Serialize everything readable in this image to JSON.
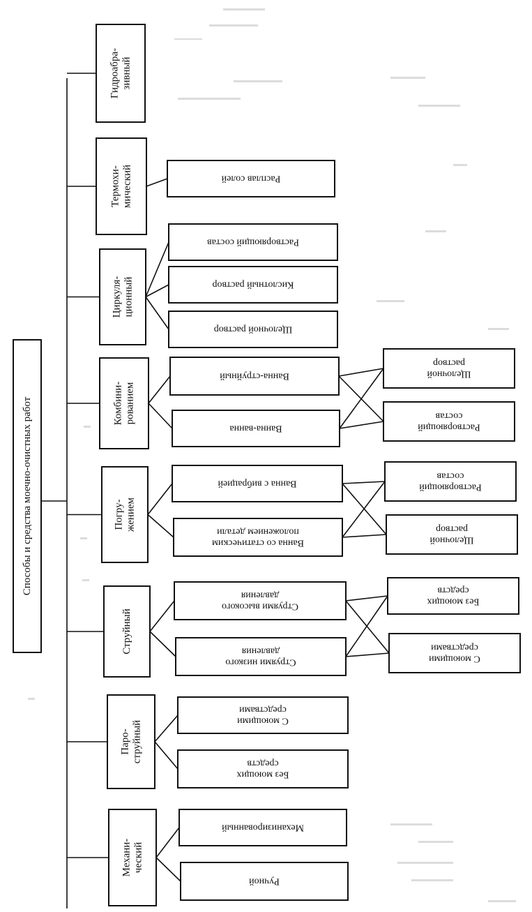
{
  "root": "Способы и средства моечно-очистных работ",
  "methods": [
    {
      "key": "hydroabrasive",
      "lines": [
        "Гидроабра-",
        "зивный"
      ],
      "children": []
    },
    {
      "key": "thermochemical",
      "lines": [
        "Термохи-",
        "мический"
      ],
      "children": [
        {
          "key": "salt-melt",
          "lines": [
            "Расплав солей"
          ]
        }
      ]
    },
    {
      "key": "circulation",
      "lines": [
        "Циркуля-",
        "ционный"
      ],
      "children": [
        {
          "key": "dissolving-composition",
          "lines": [
            "Растворяющий состав"
          ]
        },
        {
          "key": "acid-solution",
          "lines": [
            "Кислотный раствор"
          ]
        },
        {
          "key": "alkaline-solution",
          "lines": [
            "Щелочной раствор"
          ]
        }
      ]
    },
    {
      "key": "combined",
      "lines": [
        "Комбини-",
        "рованием"
      ],
      "children": [
        {
          "key": "bath-jet",
          "lines": [
            "Ванна-струйный"
          ]
        },
        {
          "key": "bath-bath",
          "lines": [
            "Ванна-ванна"
          ]
        }
      ],
      "agents": [
        {
          "key": "alkaline-solution",
          "lines": [
            "Щелочной",
            "раствор"
          ]
        },
        {
          "key": "dissolving-composition",
          "lines": [
            "Растворяющий",
            "состав"
          ]
        }
      ]
    },
    {
      "key": "immersion",
      "lines": [
        "Погру-",
        "жением"
      ],
      "children": [
        {
          "key": "bath-vibration",
          "lines": [
            "Ванна с вибрацией"
          ]
        },
        {
          "key": "bath-static",
          "lines": [
            "Ванна со статическим",
            "положением детали"
          ]
        }
      ],
      "agents": [
        {
          "key": "dissolving-composition",
          "lines": [
            "Растворяющий",
            "состав"
          ]
        },
        {
          "key": "alkaline-solution",
          "lines": [
            "Щелочной",
            "раствор"
          ]
        }
      ]
    },
    {
      "key": "jet",
      "lines": [
        "Струйный"
      ],
      "children": [
        {
          "key": "high-pressure",
          "lines": [
            "Струями высокого",
            "давления"
          ]
        },
        {
          "key": "low-pressure",
          "lines": [
            "Струями низкого",
            "давления"
          ]
        }
      ],
      "agents": [
        {
          "key": "without-detergents",
          "lines": [
            "Без моющих",
            "средств"
          ]
        },
        {
          "key": "with-detergents",
          "lines": [
            "С моющими",
            "средствами"
          ]
        }
      ]
    },
    {
      "key": "steam-jet",
      "lines": [
        "Паро-",
        "струйный"
      ],
      "children": [
        {
          "key": "with-detergents",
          "lines": [
            "С моющими",
            "средствами"
          ]
        },
        {
          "key": "without-detergents",
          "lines": [
            "Без моющих",
            "средств"
          ]
        }
      ]
    },
    {
      "key": "mechanical",
      "lines": [
        "Механи-",
        "ческий"
      ],
      "children": [
        {
          "key": "mechanized",
          "lines": [
            "Механизированный"
          ]
        },
        {
          "key": "manual",
          "lines": [
            "Ручной"
          ]
        }
      ]
    }
  ]
}
